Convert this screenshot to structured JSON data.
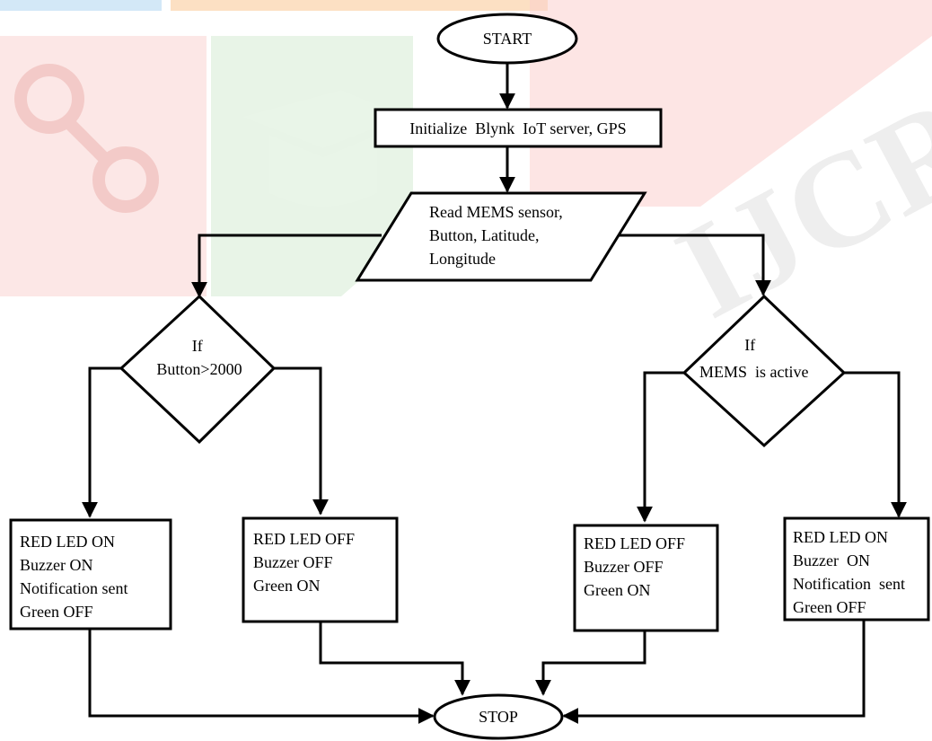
{
  "watermark": {
    "text": "IJCRT",
    "colors": {
      "blue": "#b9d9f1",
      "orange": "#fbd3a6",
      "red": "#f49a94",
      "green": "#b8ddb4",
      "gray": "#c9c9c9"
    }
  },
  "start": {
    "label": "START"
  },
  "init": {
    "label": "Initialize  Blynk  IoT server, GPS"
  },
  "read": {
    "lines": [
      "Read MEMS sensor,",
      "Button, Latitude,",
      "Longitude"
    ]
  },
  "decision_left": {
    "lines": [
      "If",
      "Button>2000"
    ]
  },
  "decision_right": {
    "lines": [
      "If",
      "MEMS  is active"
    ]
  },
  "box_ll": {
    "lines": [
      "RED LED ON",
      "Buzzer ON",
      "Notification sent",
      "Green OFF"
    ]
  },
  "box_lr": {
    "lines": [
      "RED LED OFF",
      "Buzzer OFF",
      "Green ON"
    ]
  },
  "box_rl": {
    "lines": [
      "RED LED OFF",
      "Buzzer OFF",
      "Green ON"
    ]
  },
  "box_rr": {
    "lines": [
      "RED LED ON",
      "Buzzer  ON",
      "Notification  sent",
      "Green OFF"
    ]
  },
  "stop": {
    "label": "STOP"
  },
  "colors": {
    "stroke": "#000000",
    "fill": "#ffffff"
  }
}
